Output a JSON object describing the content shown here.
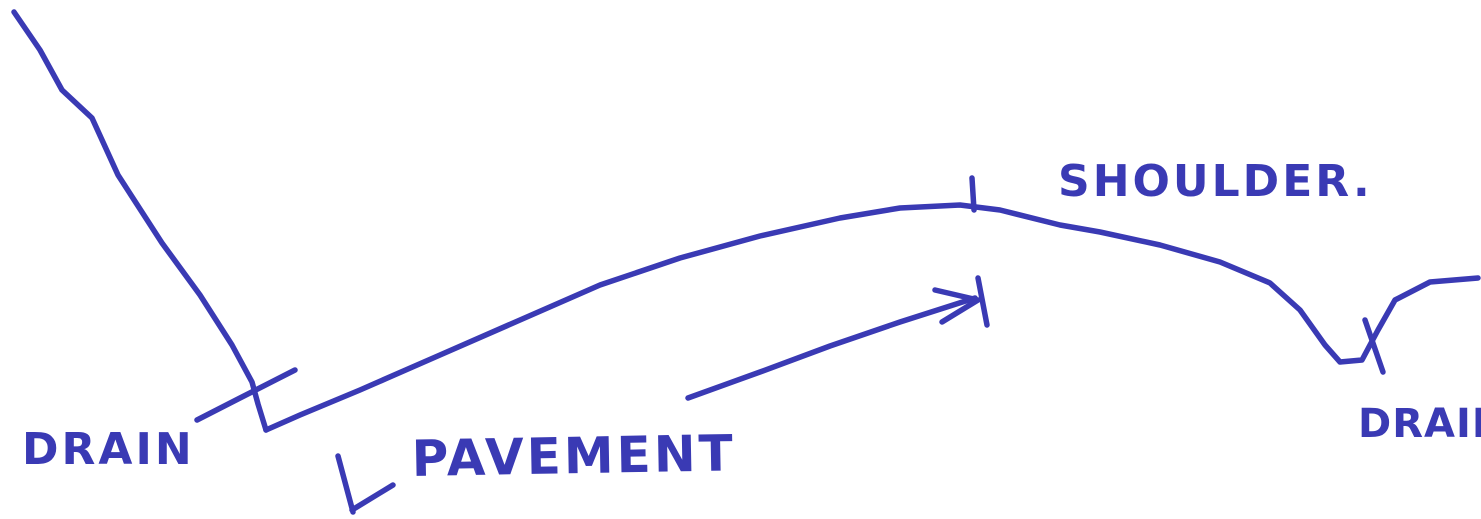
{
  "labels": {
    "drain_left": "DRAIN",
    "pavement": "PAVEMENT",
    "shoulder": "SHOULDER.",
    "drain_right": "DRAIN"
  },
  "colors": {
    "ink": "#3a3ab4",
    "background": "#ffffff"
  }
}
